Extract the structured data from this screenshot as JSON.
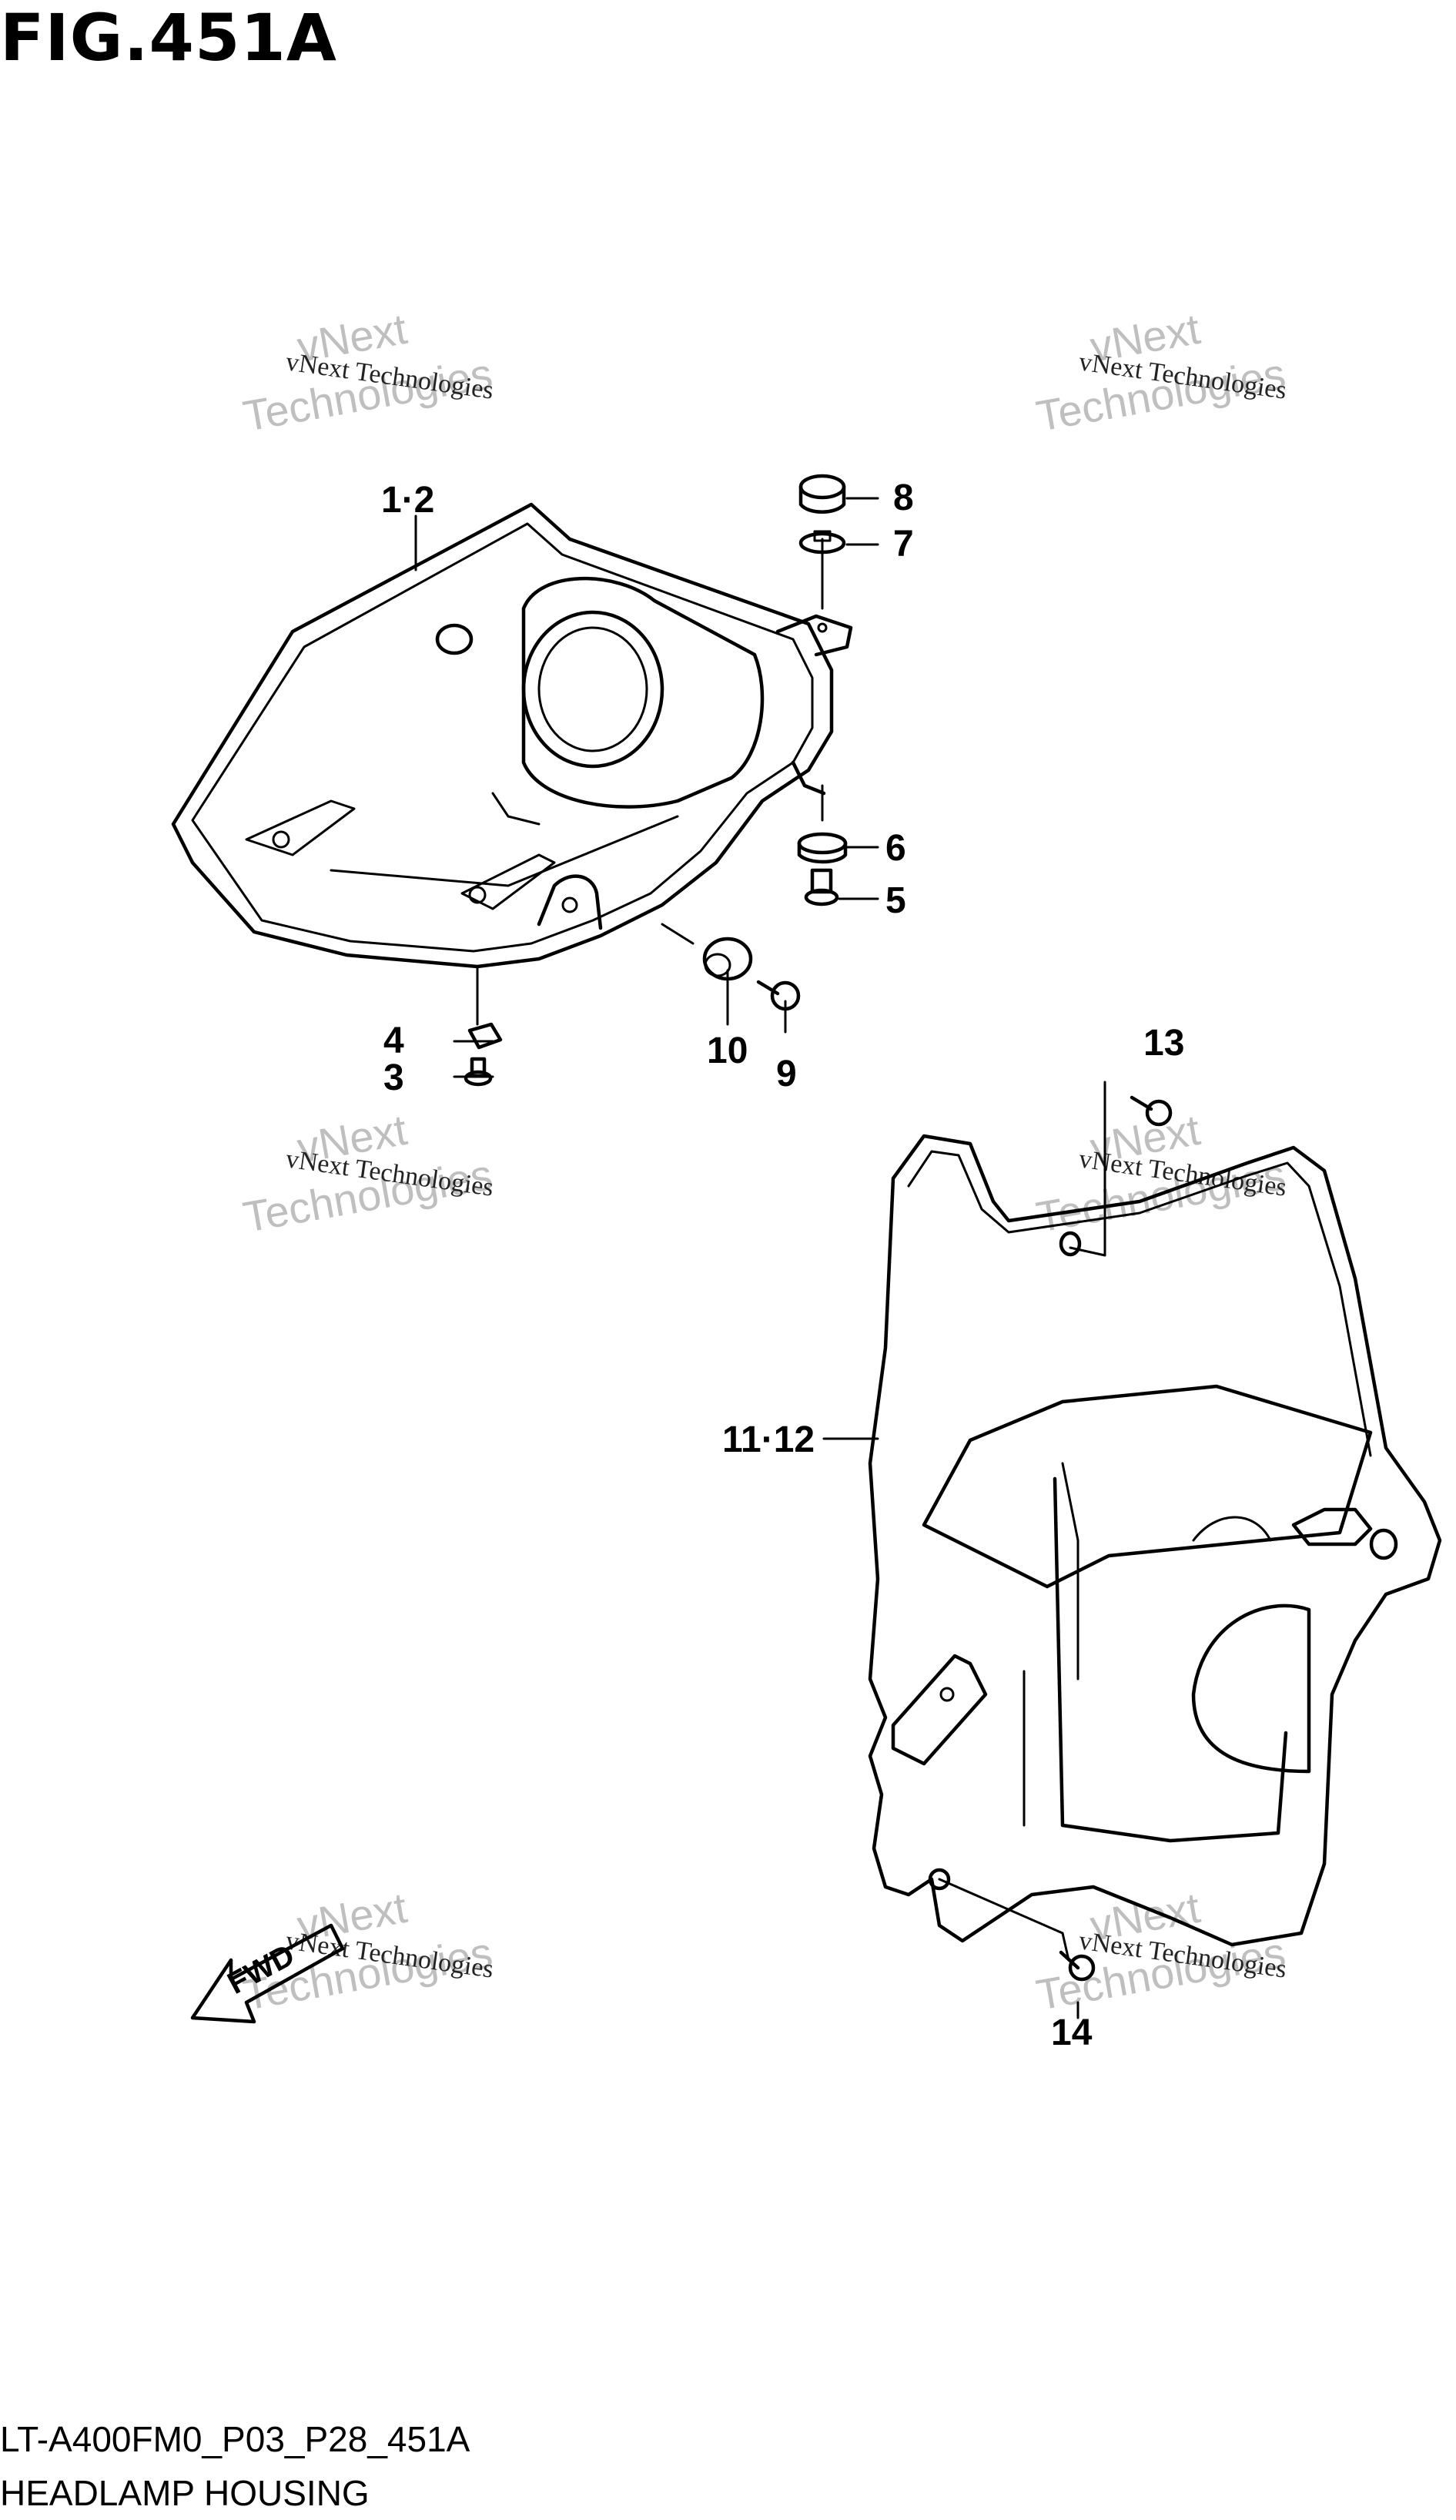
{
  "figure": {
    "title": "FIG.451A",
    "code": "LT-A400FM0_P03_P28_451A",
    "name": "HEADLAMP HOUSING"
  },
  "callouts": {
    "c1": "1·2",
    "c3": "3",
    "c4": "4",
    "c5": "5",
    "c6": "6",
    "c7": "7",
    "c8": "8",
    "c9": "9",
    "c10": "10",
    "c11": "11·12",
    "c13": "13",
    "c14": "14"
  },
  "watermark": {
    "big_1": "vNext",
    "big_2": "Technologies",
    "small": "vNext Technologies"
  },
  "fwd_label": "FWD"
}
